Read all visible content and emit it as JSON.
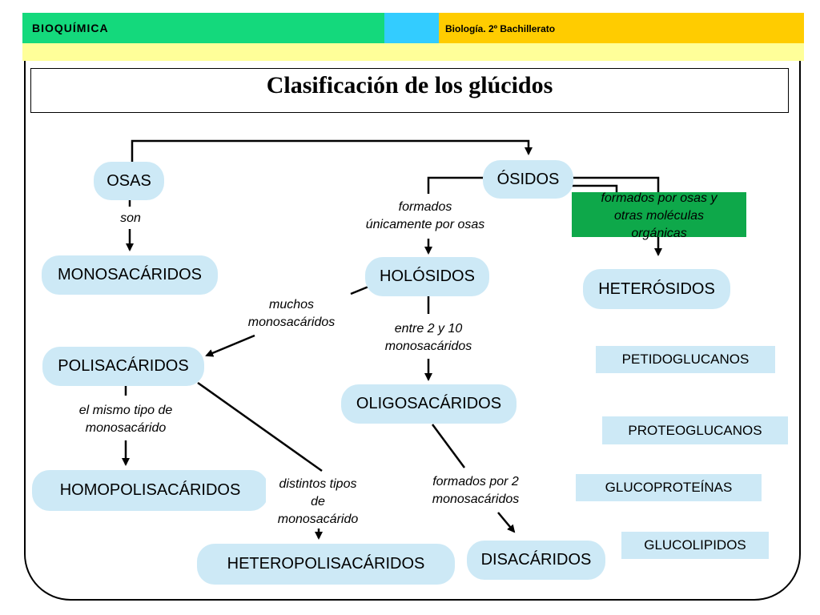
{
  "header": {
    "left_title": "BIOQUÍMICA",
    "right_title": "Biología. 2º Bachillerato",
    "colors": {
      "green": "#14d97c",
      "cyan": "#33ccff",
      "yellow": "#ffcc00",
      "pale": "#ffff99"
    }
  },
  "title": "Clasificación de los glúcidos",
  "nodes": {
    "osas": "OSAS",
    "osidos": "ÓSIDOS",
    "monosacaridos": "MONOSACÁRIDOS",
    "holosidos": "HOLÓSIDOS",
    "heterosidos": "HETERÓSIDOS",
    "polisacaridos": "POLISACÁRIDOS",
    "oligosacaridos": "OLIGOSACÁRIDOS",
    "homopolisacaridos": "HOMOPOLISACÁRIDOS",
    "heteropolisacaridos": "HETEROPOLISACÁRIDOS",
    "disacaridos": "DISACÁRIDOS"
  },
  "heterosidos_types": [
    "PETIDOGLUCANOS",
    "PROTEOGLUCANOS",
    "GLUCOPROTEÍNAS",
    "GLUCOLIPIDOS"
  ],
  "labels": {
    "son": "son",
    "formados_osas_1": "formados",
    "formados_osas_2": "únicamente por osas",
    "otras_1": "formados por osas y",
    "otras_2": "otras moléculas",
    "otras_3": "orgánicas",
    "muchos_1": "muchos",
    "muchos_2": "monosacáridos",
    "entre_1": "entre 2 y 10",
    "entre_2": "monosacáridos",
    "mismo_1": "el mismo tipo de",
    "mismo_2": "monosacárido",
    "distintos_1": "distintos tipos",
    "distintos_2": "de",
    "distintos_3": "monosacárido",
    "por2_1": "formados por 2",
    "por2_2": "monosacáridos"
  },
  "colors": {
    "node_fill": "#cde9f6",
    "label_green": "#0ea84a"
  }
}
